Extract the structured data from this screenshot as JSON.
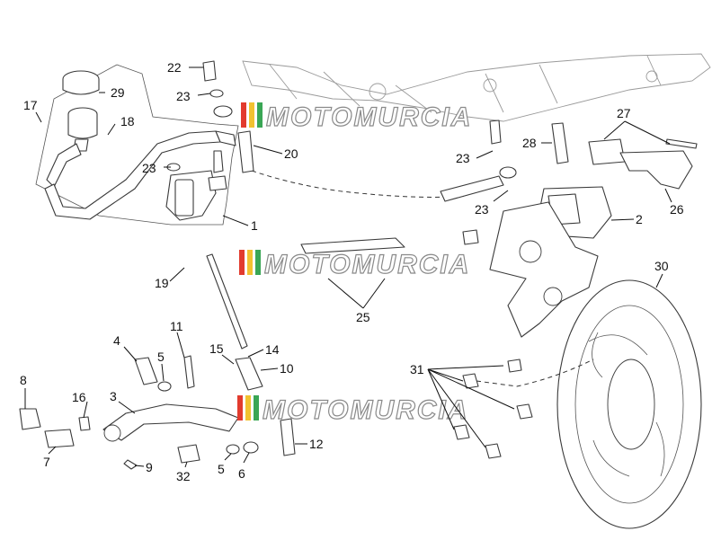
{
  "watermark": {
    "text": "MOTOMURCIA",
    "colors": [
      "#e23b2e",
      "#f2c230",
      "#3aa655"
    ]
  },
  "callouts": {
    "c1": "1",
    "c2": "2",
    "c3": "3",
    "c4": "4",
    "c5a": "5",
    "c5b": "5",
    "c6": "6",
    "c7": "7",
    "c8": "8",
    "c9": "9",
    "c10": "10",
    "c11": "11",
    "c12": "12",
    "c14": "14",
    "c15": "15",
    "c16": "16",
    "c17": "17",
    "c18": "18",
    "c19": "19",
    "c20": "20",
    "c22": "22",
    "c23a": "23",
    "c23b": "23",
    "c23c": "23",
    "c23d": "23",
    "c25": "25",
    "c26": "26",
    "c27": "27",
    "c28": "28",
    "c29": "29",
    "c30": "30",
    "c31": "31",
    "c32": "32"
  }
}
